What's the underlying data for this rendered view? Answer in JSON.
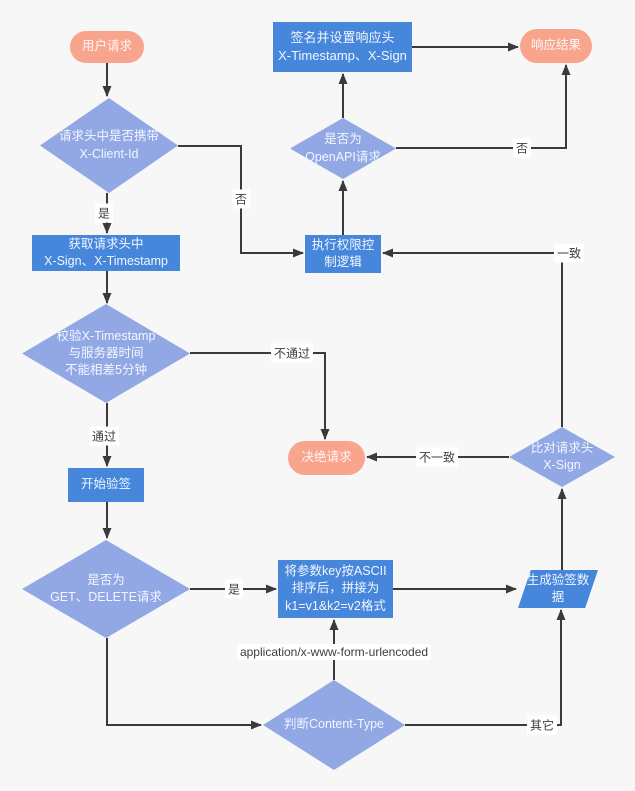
{
  "colors": {
    "background": "#f7f7f7",
    "process_fill": "#4687db",
    "decision_fill": "#91a8e5",
    "terminator_fill": "#f9a48d",
    "node_text": "#ffffff",
    "edge_stroke": "#3a3a3a",
    "edge_label_text": "#3d3d3d"
  },
  "nodes": {
    "user_request": {
      "type": "terminator",
      "label": "用户请求"
    },
    "client_id_check": {
      "type": "decision",
      "label": "请求头中是否携带\nX-Client-Id"
    },
    "get_headers": {
      "type": "process",
      "label": "获取请求头中\nX-Sign、X-Timestamp"
    },
    "timestamp_check": {
      "type": "decision",
      "label": "校验X-Timestamp\n与服务器时间\n不能相差5分钟"
    },
    "start_verify": {
      "type": "process",
      "label": "开始验签"
    },
    "method_check": {
      "type": "decision",
      "label": "是否为\nGET、DELETE请求"
    },
    "ascii_sort": {
      "type": "process",
      "label": "将参数key按ASCII\n排序后，拼接为\nk1=v1&k2=v2格式"
    },
    "gen_sign_data": {
      "type": "parallelogram",
      "label": "生成验签数\n据"
    },
    "compare_sign": {
      "type": "decision",
      "label": "比对请求头\nX-Sign"
    },
    "reject_request": {
      "type": "terminator",
      "label": "决绝请求"
    },
    "perm_control": {
      "type": "process",
      "label": "执行权限控\n制逻辑"
    },
    "openapi_check": {
      "type": "decision",
      "label": "是否为\nOpenAPI请求"
    },
    "sign_response": {
      "type": "process",
      "label": "签名并设置响应头\nX-Timestamp、X-Sign"
    },
    "response_result": {
      "type": "terminator",
      "label": "响应结果"
    },
    "content_type_check": {
      "type": "decision",
      "label": "判断Content-Type"
    }
  },
  "labels": {
    "client_id_yes": "是",
    "client_id_no": "否",
    "ts_fail": "不通过",
    "ts_pass": "通过",
    "method_yes": "是",
    "content_type_form": "application/x-www-form-urlencoded",
    "content_type_other": "其它",
    "sign_mismatch": "不一致",
    "sign_match": "一致",
    "openapi_no": "否"
  }
}
